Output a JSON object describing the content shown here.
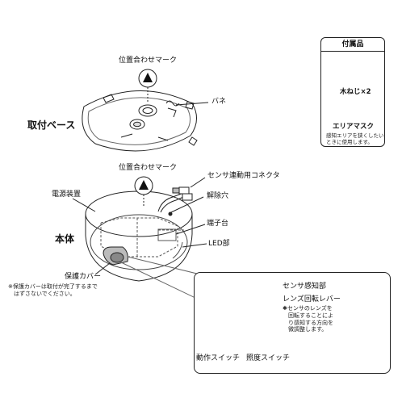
{
  "accessories": {
    "title": "付属品",
    "screws_label": "木ねじ×2",
    "mask_label": "エリアマスク",
    "mask_note": "感知エリアを狭くしたい\nときに使用します。"
  },
  "base": {
    "name": "取付ベース",
    "align_mark_label": "位置合わせマーク",
    "spring_label": "バネ"
  },
  "body": {
    "name": "本体",
    "align_mark_label": "位置合わせマーク",
    "sensor_connector_label": "センサ連動用コネクタ",
    "release_hole_label": "解除穴",
    "power_unit_label": "電源装置",
    "terminal_label": "端子台",
    "led_label": "LED部",
    "cover_label": "保護カバー",
    "cover_note": "※保護カバーは取付が完了するまで\n　はずさないでください。"
  },
  "detail": {
    "sensor_label": "センサ感知部",
    "lever_label": "レンズ回転レバー",
    "lever_note": "✱センサのレンズを\n　回転することによ\n　り感知する方向を\n　微調整します。",
    "operation_switch_label": "動作スイッチ",
    "illuminance_switch_label": "照度スイッチ"
  }
}
